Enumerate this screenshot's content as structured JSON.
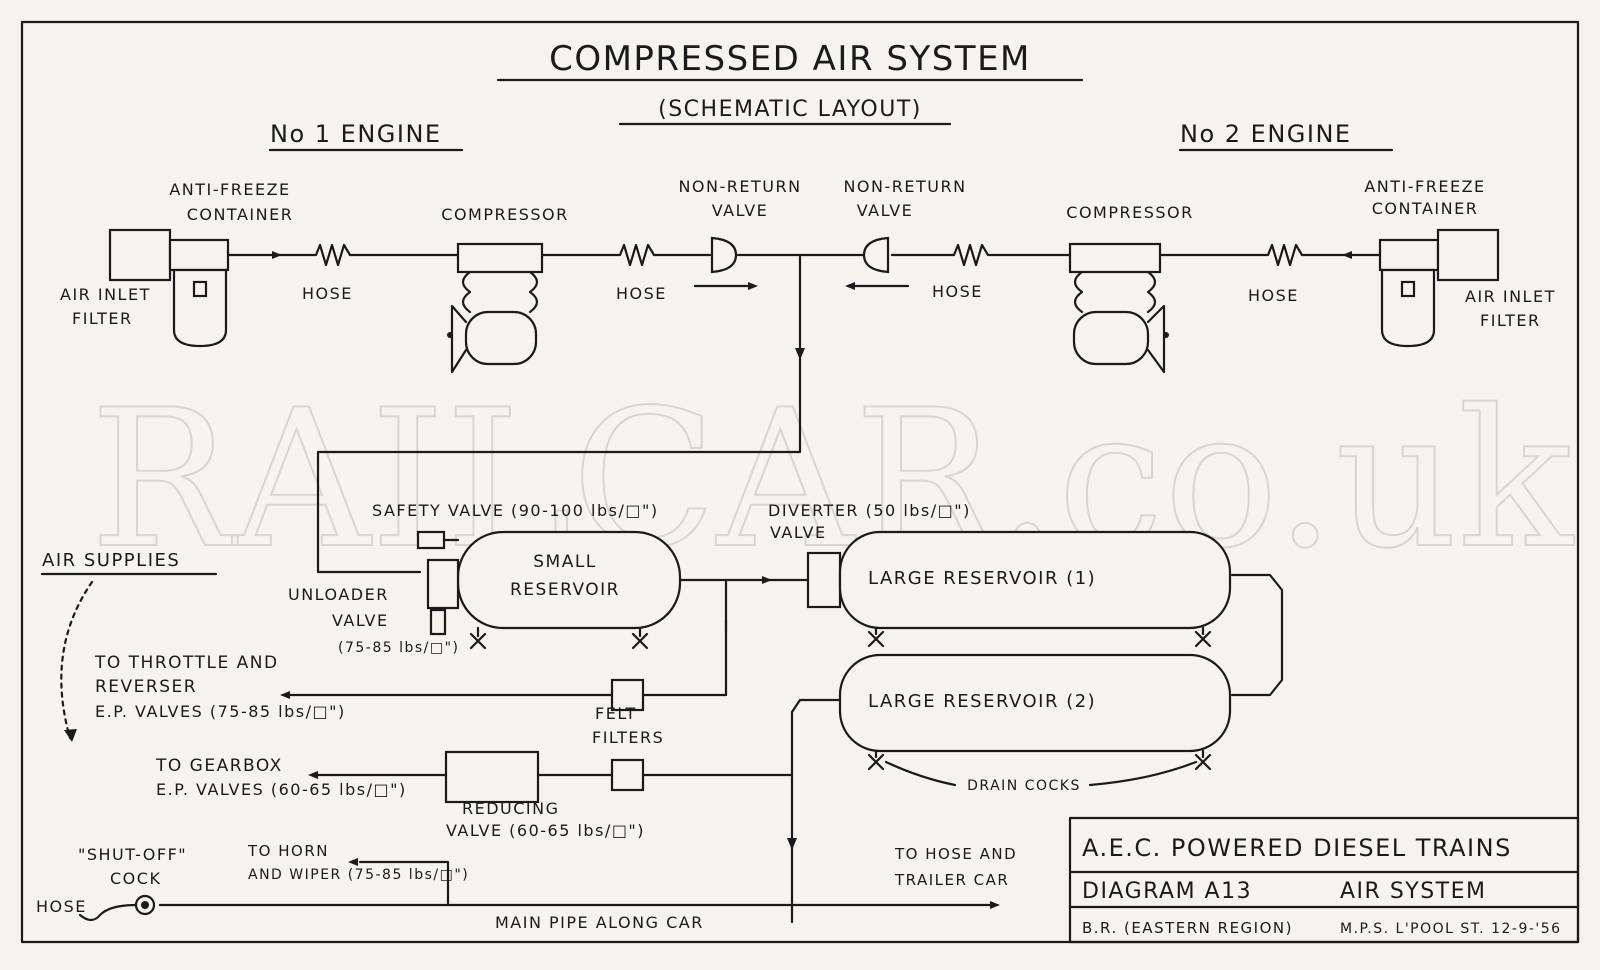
{
  "title": "COMPRESSED AIR SYSTEM",
  "subtitle": "(SCHEMATIC LAYOUT)",
  "engines": {
    "left": "No 1 ENGINE",
    "right": "No 2 ENGINE"
  },
  "components": {
    "antifreeze_1": "ANTI-FREEZE",
    "antifreeze_2": "CONTAINER",
    "compressor": "COMPRESSOR",
    "nrv_1": "NON-RETURN",
    "nrv_2": "VALVE",
    "air_filter_1": "AIR INLET",
    "air_filter_2": "FILTER",
    "hose": "HOSE",
    "safety_valve": "SAFETY VALVE (90-100 lbs/□\")",
    "diverter_1": "DIVERTER (50 lbs/□\")",
    "diverter_2": "VALVE",
    "small_res_1": "SMALL",
    "small_res_2": "RESERVOIR",
    "large_res_1": "LARGE RESERVOIR (1)",
    "large_res_2": "LARGE RESERVOIR (2)",
    "unloader_1": "UNLOADER",
    "unloader_2": "VALVE",
    "unloader_3": "(75-85 lbs/□\")",
    "air_supplies": "AIR SUPPLIES",
    "throttle_1": "TO THROTTLE AND",
    "throttle_2": "REVERSER",
    "throttle_3": "E.P. VALVES (75-85 lbs/□\")",
    "felt_1": "FELT",
    "felt_2": "FILTERS",
    "gearbox_1": "TO GEARBOX",
    "gearbox_2": "E.P. VALVES (60-65 lbs/□\")",
    "reducing_1": "REDUCING",
    "reducing_2": "VALVE (60-65 lbs/□\")",
    "drain_cocks": "DRAIN COCKS",
    "shutoff_1": "\"SHUT-OFF\"",
    "shutoff_2": "COCK",
    "horn_1": "TO HORN",
    "horn_2": "AND WIPER (75-85 lbs/□\")",
    "trailer_1": "TO HOSE AND",
    "trailer_2": "TRAILER CAR",
    "main_pipe": "MAIN PIPE ALONG CAR"
  },
  "title_block": {
    "line1": "A.E.C. POWERED DIESEL TRAINS",
    "diagram": "DIAGRAM A13",
    "system": "AIR SYSTEM",
    "region": "B.R. (EASTERN REGION)",
    "ref": "M.P.S. L'POOL ST. 12-9-'56"
  },
  "watermark": "RAILCAR.co.uk"
}
